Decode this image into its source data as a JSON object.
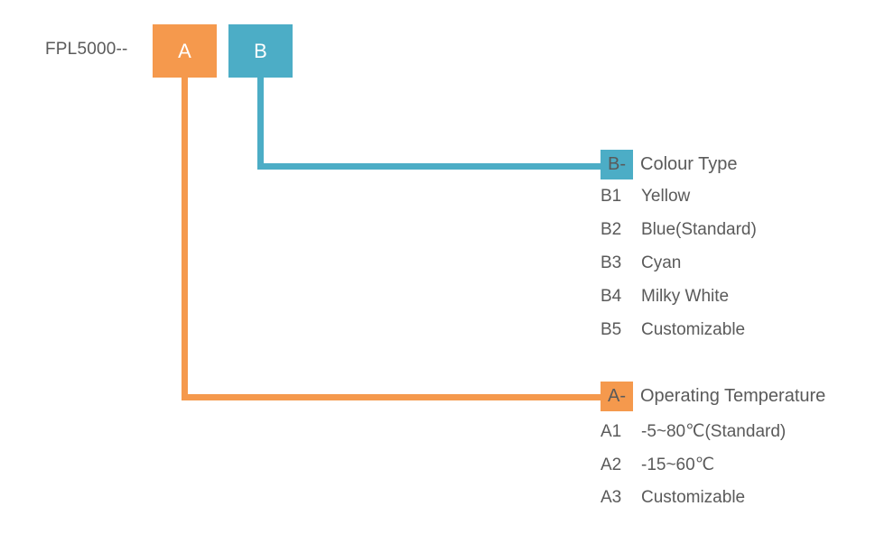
{
  "header": {
    "prefix": "FPL5000--",
    "boxes": [
      {
        "letter": "A",
        "color": "#f5994d"
      },
      {
        "letter": "B",
        "color": "#4cadc6"
      }
    ]
  },
  "groups": [
    {
      "tag": "B-",
      "title": "Colour Type",
      "color": "#4cadc6",
      "options": [
        {
          "code": "B1",
          "label": "Yellow"
        },
        {
          "code": "B2",
          "label": "Blue(Standard)"
        },
        {
          "code": "B3",
          "label": "Cyan"
        },
        {
          "code": "B4",
          "label": "Milky White"
        },
        {
          "code": "B5",
          "label": "Customizable"
        }
      ]
    },
    {
      "tag": "A-",
      "title": "Operating Temperature",
      "color": "#f5994d",
      "options": [
        {
          "code": "A1",
          "label": "-5~80℃(Standard)"
        },
        {
          "code": "A2",
          "label": "-15~60℃"
        },
        {
          "code": "A3",
          "label": "Customizable"
        }
      ]
    }
  ],
  "colors": {
    "orange": "#f5994d",
    "teal": "#4cadc6",
    "text": "#5a5a5a",
    "background": "#ffffff"
  }
}
